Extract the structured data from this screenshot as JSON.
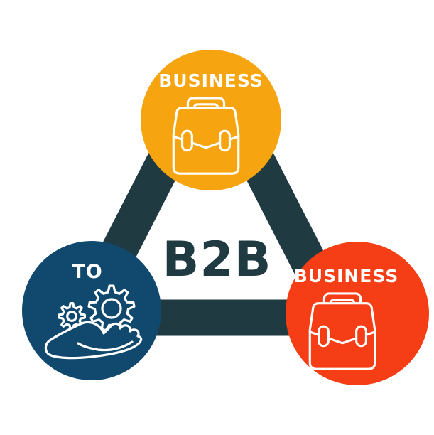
{
  "meta": {
    "description": "B2B - Business To Business acronym illustration"
  },
  "background": "#FFFFFF",
  "triangle": {
    "color": "#203A42"
  },
  "center": {
    "acronym": "B2B",
    "color": "#203A42"
  },
  "icon_stroke": "#FFFFFF",
  "nodes": [
    {
      "position": "top",
      "label": "BUSINESS",
      "icon": "briefcase-icon",
      "color": "#F6A511"
    },
    {
      "position": "bottom-left",
      "label": "TO",
      "icon": "hand-gears-icon",
      "color": "#11496E"
    },
    {
      "position": "bottom-right",
      "label": "BUSINESS",
      "icon": "briefcase-icon",
      "color": "#F53E15"
    }
  ]
}
